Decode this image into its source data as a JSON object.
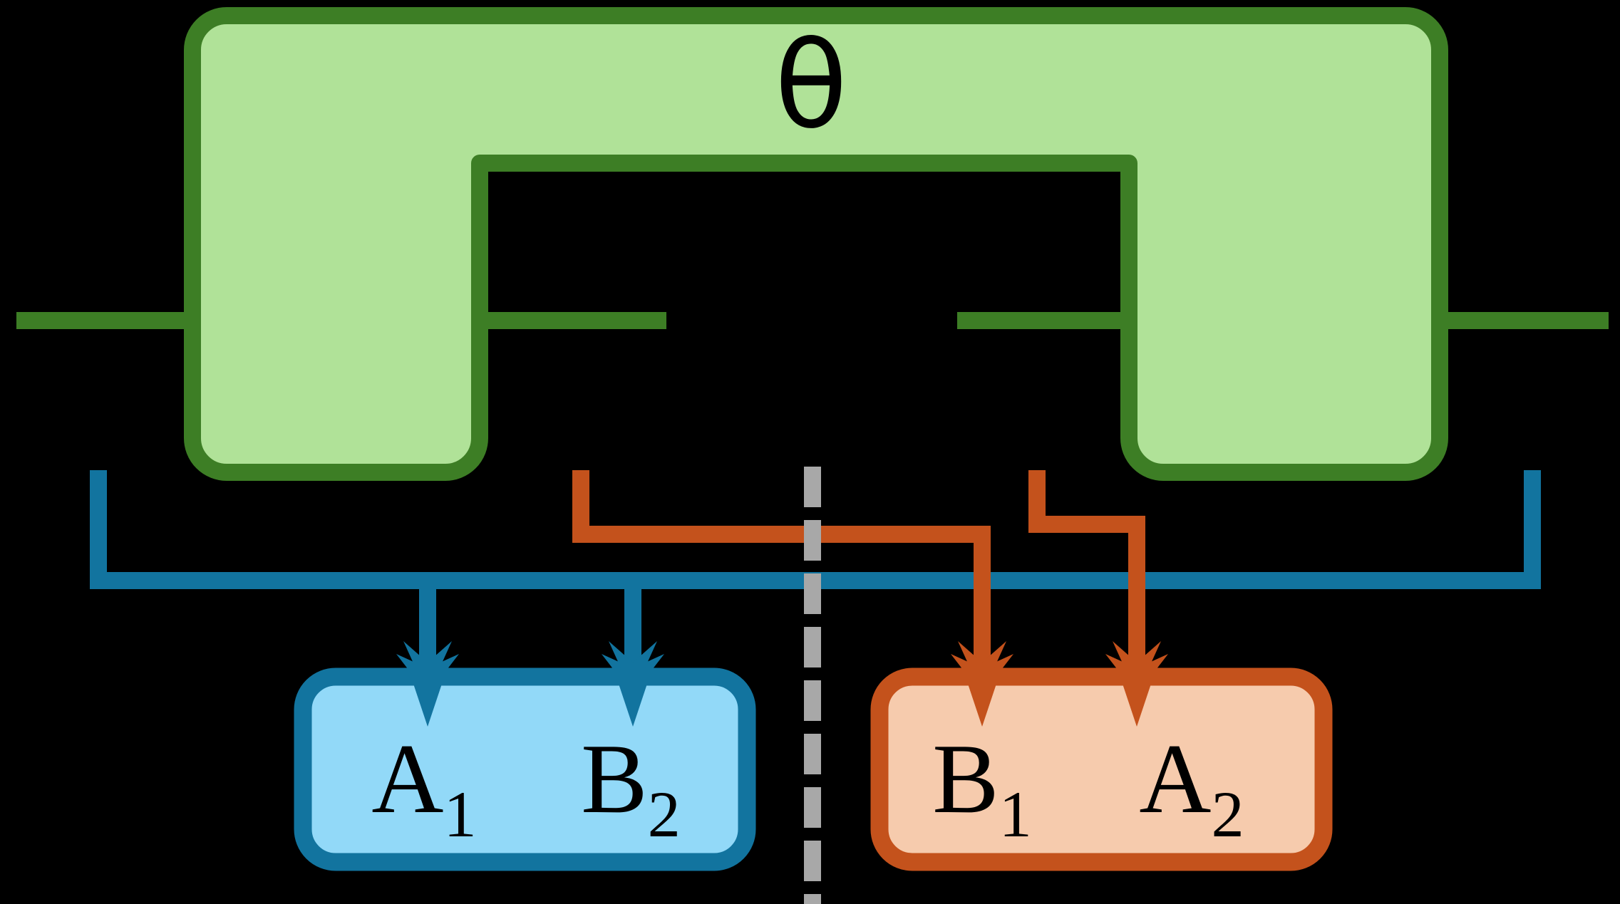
{
  "diagram": {
    "title": "theta-gate-teleportation-circuit",
    "background_color": "#000000",
    "gate": {
      "label": "θ",
      "fill_color": "#b0e298",
      "border_color": "#3d7e25",
      "label_color": "#000000"
    },
    "wires": {
      "green_color": "#3d7e25",
      "blue_color": "#12749f",
      "orange_color": "#c4521c",
      "divider_color": "#a8a8a8",
      "divider_style": "dashed"
    },
    "registers": [
      {
        "name": "left-register",
        "fill_color": "#92d9f8",
        "border_color": "#12749f",
        "qubits": [
          {
            "symbol": "A",
            "subscript": "1"
          },
          {
            "symbol": "B",
            "subscript": "2"
          }
        ]
      },
      {
        "name": "right-register",
        "fill_color": "#f6cbad",
        "border_color": "#c4521c",
        "qubits": [
          {
            "symbol": "B",
            "subscript": "1"
          },
          {
            "symbol": "A",
            "subscript": "2"
          }
        ]
      }
    ]
  },
  "labels": {
    "theta": "θ",
    "a1_sym": "A",
    "a1_sub": "1",
    "b2_sym": "B",
    "b2_sub": "2",
    "b1_sym": "B",
    "b1_sub": "1",
    "a2_sym": "A",
    "a2_sub": "2"
  }
}
